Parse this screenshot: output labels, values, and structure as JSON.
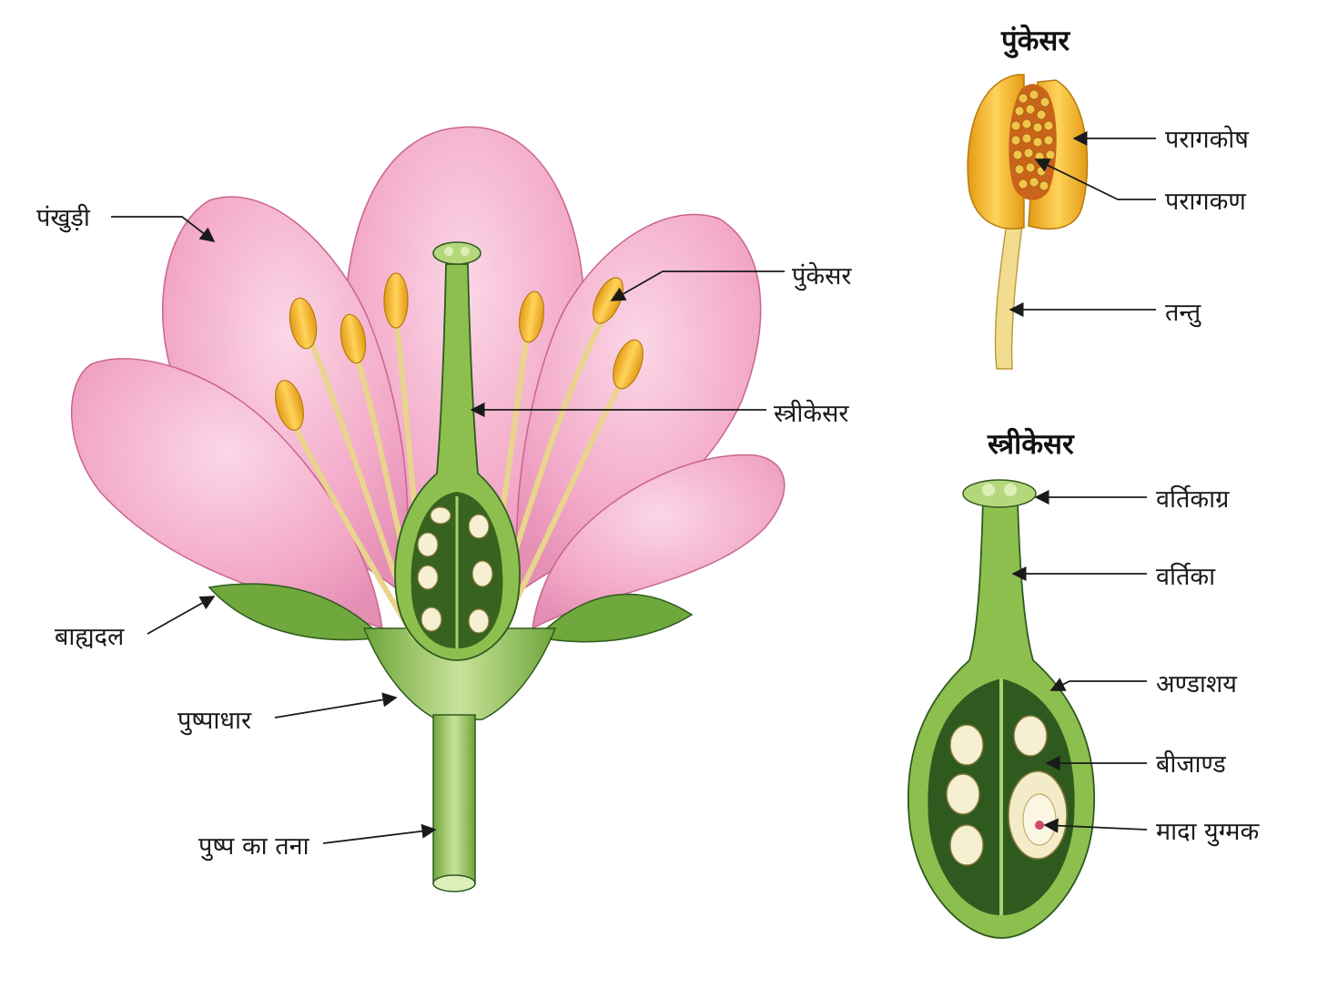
{
  "flower": {
    "labels": {
      "petal": "पंखुड़ी",
      "stamen": "पुंकेसर",
      "pistil": "स्त्रीकेसर",
      "sepal": "बाह्यदल",
      "receptacle": "पुष्पाधार",
      "pedicel": "पुष्प का तना"
    }
  },
  "stamen_detail": {
    "title": "पुंकेसर",
    "labels": {
      "anther": "परागकोष",
      "pollen": "परागकण",
      "filament": "तन्तु"
    }
  },
  "pistil_detail": {
    "title": "स्त्रीकेसर",
    "labels": {
      "stigma": "वर्तिकाग्र",
      "style": "वर्तिका",
      "ovary": "अण्डाशय",
      "ovule": "बीजाण्ड",
      "egg": "मादा युग्मक"
    }
  },
  "colors": {
    "petal": "#f3a9c8",
    "petal_edge": "#c9648f",
    "green": "#8dbf4f",
    "dark_green": "#2f5a1f",
    "anther": "#f1b32a",
    "filament": "#f3dfa0",
    "ovule": "#f6efd2"
  }
}
